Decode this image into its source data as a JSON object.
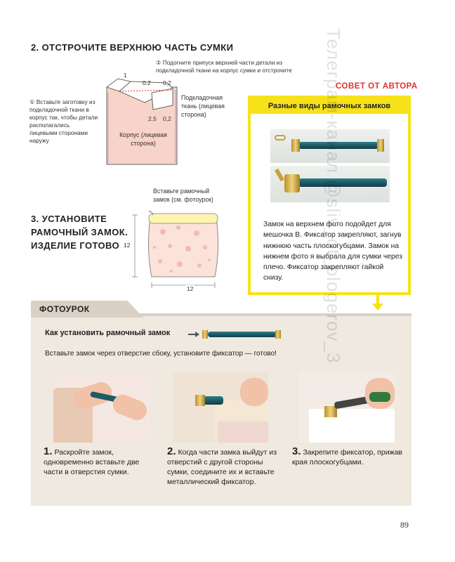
{
  "section2": {
    "title": "2. ОТСТРОЧИТЕ ВЕРХНЮЮ ЧАСТЬ СУМКИ",
    "note2": "② Подогните припуск верхней части детали из подкладочной ткани на корпус сумки и отстрочите",
    "note1": "① Вставьте заготовку из подкладочной ткани в корпус так, чтобы детали располагались лицевыми сторонами наружу",
    "lining_label": "Подкладочная ткань (лицевая сторона)",
    "body_label": "Корпус (лицевая сторона)",
    "dims": {
      "d1": "1",
      "d2": "0,2",
      "d3": "0,2",
      "d4": "2,5",
      "d5": "0,2"
    }
  },
  "section3": {
    "title": "3. УСТАНОВИТЕ РАМОЧНЫЙ ЗАМОК. ИЗДЕЛИЕ ГОТОВО",
    "callout": "Вставьте рамочный замок (см. фотоурок)",
    "height": "12",
    "width": "12"
  },
  "author_tip": {
    "label": "СОВЕТ ОТ АВТОРА",
    "heading": "Разные виды рамочных замков",
    "text": "Замок на верхнем фото подойдет для мешочка B. Фиксатор закрепляют, загнув нижнюю часть плоскогубцами. Замок на нижнем фото я выбрала для сумки через плечо. Фиксатор закрепляют гайкой снизу."
  },
  "photo_lesson": {
    "tab": "ФОТОУРОК",
    "subtitle": "Как установить рамочный замок",
    "intro": "Вставьте замок через отверстие сбоку, установите фиксатор — готово!",
    "steps": [
      {
        "num": "1.",
        "text": "Раскройте замок, одновременно вставьте две части в отверстия сумки."
      },
      {
        "num": "2.",
        "text": "Когда части замка выйдут из отверстий с другой стороны сумки, соедините их и вставьте металлический фиксатор."
      },
      {
        "num": "3.",
        "text": "Закрепите фиксатор, прижав края плоскогубцами."
      }
    ]
  },
  "watermark": "Телеграм-канал @sliv_ot_blogerov_3",
  "page_number": "89",
  "colors": {
    "accent_red": "#e0332f",
    "accent_yellow": "#f7e21a",
    "panel_beige": "#efe9df",
    "fabric_pink": "#f8d3c9",
    "clasp_teal": "#1d5b66"
  }
}
